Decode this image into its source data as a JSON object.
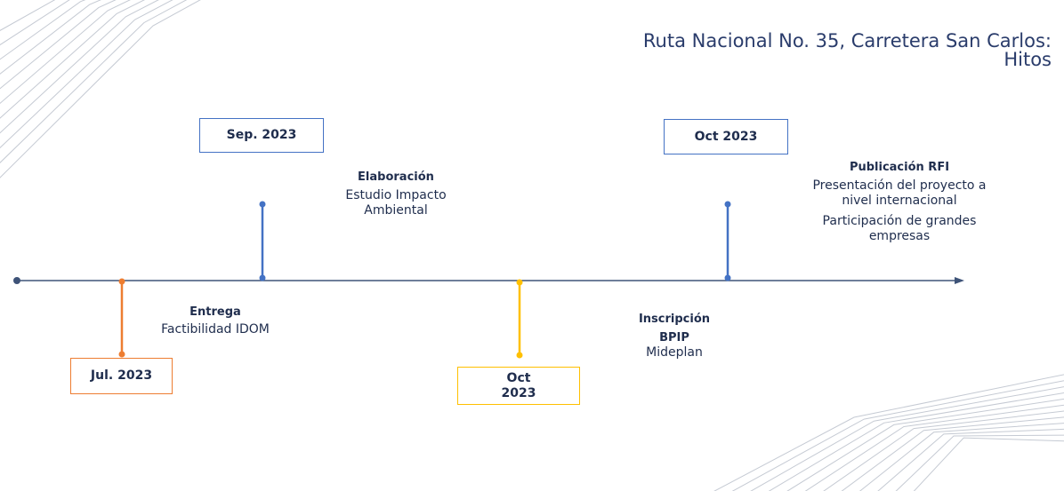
{
  "title": {
    "line1": "Ruta Nacional No. 35, Carretera San Carlos:",
    "line2": "Hitos"
  },
  "milestones": {
    "sep2023": {
      "date": "Sep. 2023",
      "heading": "Elaboración",
      "text": [
        "Estudio Impacto",
        "Ambiental"
      ],
      "color": "#4472c4"
    },
    "oct2023_rfi": {
      "date": "Oct 2023",
      "heading": "Publicación RFI",
      "text": [
        "Presentación del proyecto a",
        "nivel internacional",
        "Participación de grandes",
        "empresas"
      ],
      "color": "#4472c4"
    },
    "jul2023": {
      "date": "Jul. 2023",
      "heading": "Entrega",
      "text": [
        "Factibilidad IDOM"
      ],
      "color": "#ed7d31"
    },
    "oct2023_bpip": {
      "date_line1": "Oct",
      "date_line2": "2023",
      "heading": "Inscripción",
      "heading2": "BPIP",
      "text": [
        "Mideplan"
      ],
      "color": "#ffc000"
    }
  },
  "colors": {
    "axis": "#3e5378",
    "blue": "#4472c4",
    "orange": "#ed7d31",
    "yellow": "#ffc000",
    "decor": "#c5cad3"
  }
}
